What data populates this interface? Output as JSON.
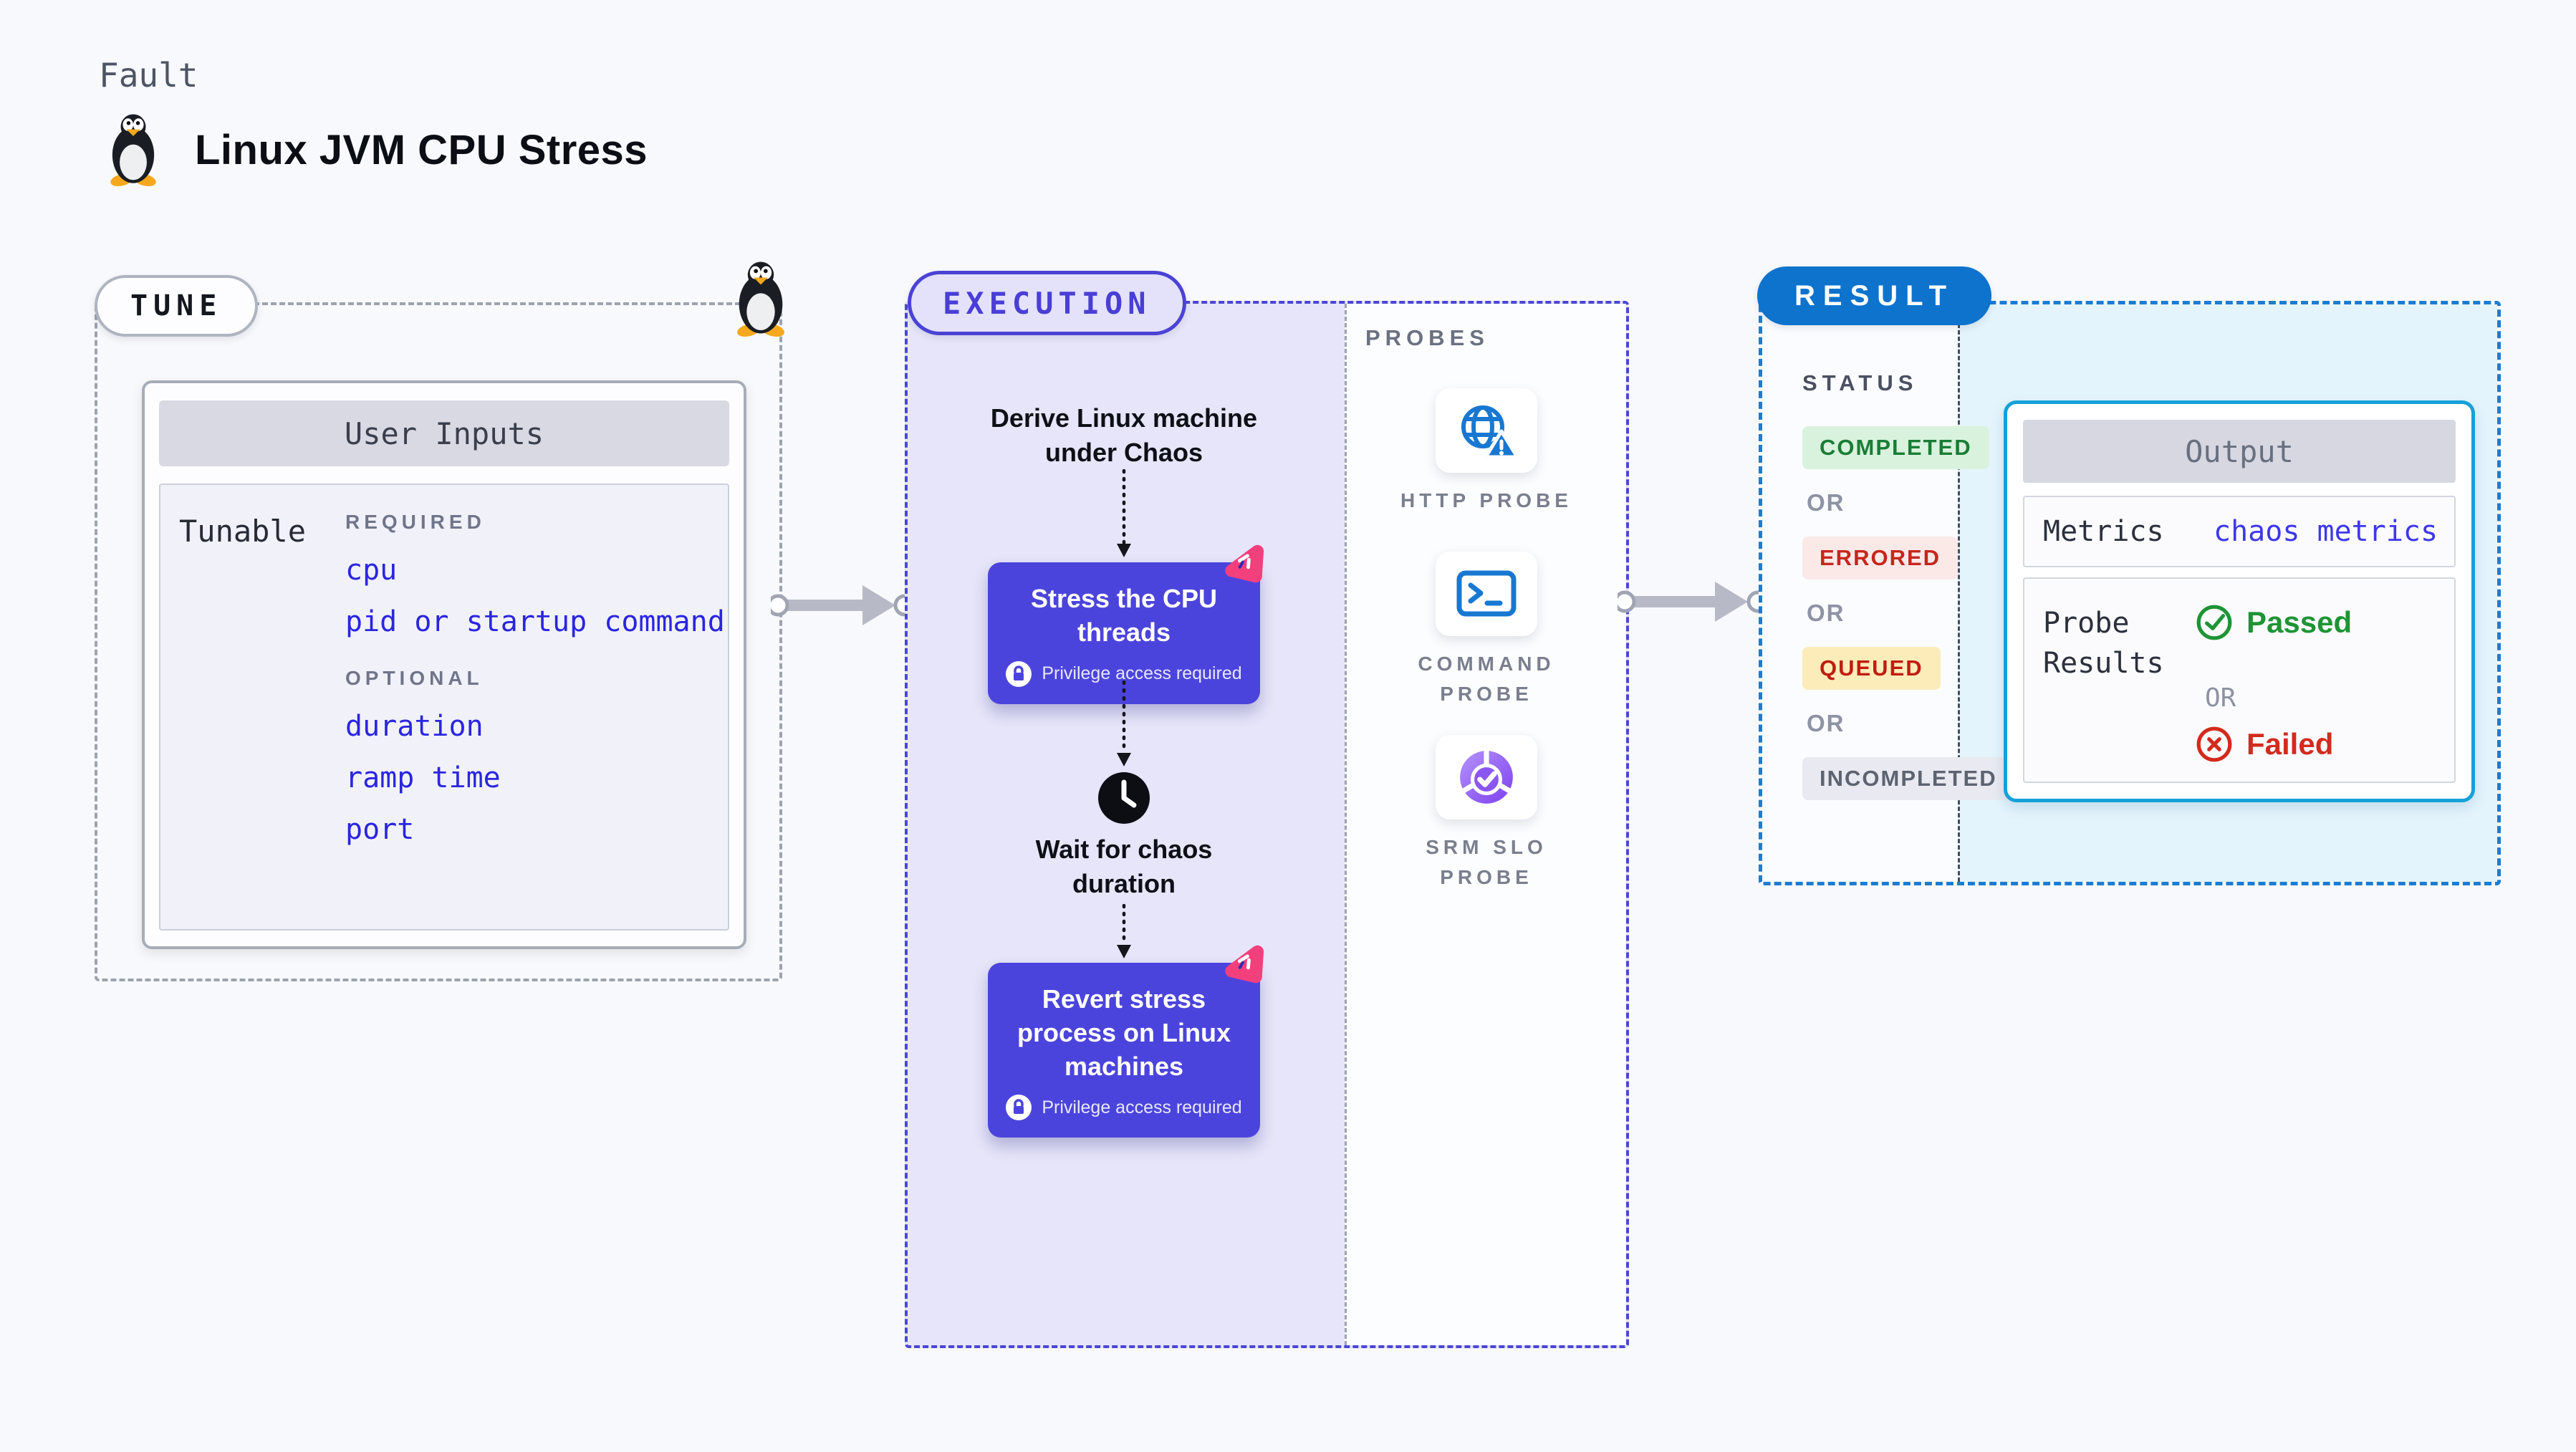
{
  "header": {
    "eyebrow": "Fault",
    "title": "Linux JVM CPU Stress"
  },
  "tune": {
    "badge": "TUNE",
    "card": {
      "title": "User Inputs",
      "row_label": "Tunable",
      "required_label": "REQUIRED",
      "required_items": [
        "cpu",
        "pid or startup command"
      ],
      "optional_label": "OPTIONAL",
      "optional_items": [
        "duration",
        "ramp time",
        "port"
      ]
    }
  },
  "execution": {
    "badge": "EXECUTION",
    "step_derive": "Derive Linux machine under Chaos",
    "step_stress": "Stress the CPU threads",
    "step_wait": "Wait for chaos duration",
    "step_revert": "Revert stress process on Linux machines",
    "privilege_note": "Privilege access required"
  },
  "probes": {
    "label": "PROBES",
    "items": [
      {
        "label": "HTTP PROBE",
        "icon": "globe-warning-icon"
      },
      {
        "label": "COMMAND PROBE",
        "icon": "terminal-icon"
      },
      {
        "label": "SRM SLO PROBE",
        "icon": "slo-donut-check-icon"
      }
    ]
  },
  "result": {
    "badge": "RESULT",
    "status_label": "STATUS",
    "or": "OR",
    "statuses": [
      {
        "label": "COMPLETED",
        "fg": "#1a7d35",
        "bg": "#d9f2dd"
      },
      {
        "label": "ERRORED",
        "fg": "#c5271d",
        "bg": "#fbe9e8"
      },
      {
        "label": "QUEUED",
        "fg": "#c01d12",
        "bg": "#fcecb9"
      },
      {
        "label": "INCOMPLETED",
        "fg": "#5d6370",
        "bg": "#e9eaf1"
      }
    ],
    "output": {
      "title": "Output",
      "metrics_label": "Metrics",
      "metrics_value": "chaos metrics",
      "probe_results_label": "Probe Results",
      "passed": "Passed",
      "or": "OR",
      "failed": "Failed"
    }
  },
  "colors": {
    "accent_indigo": "#4b44dc",
    "lavender_bg": "#e6e5f9",
    "result_blue": "#0e73cd",
    "output_border_cyan": "#15a1d8",
    "probe_icon_blue": "#1878d1",
    "chaos_pink": "#f43f7d",
    "passed_green": "#1e9434",
    "failed_red": "#d22b1d",
    "tunable_link_blue": "#2b25e0"
  }
}
